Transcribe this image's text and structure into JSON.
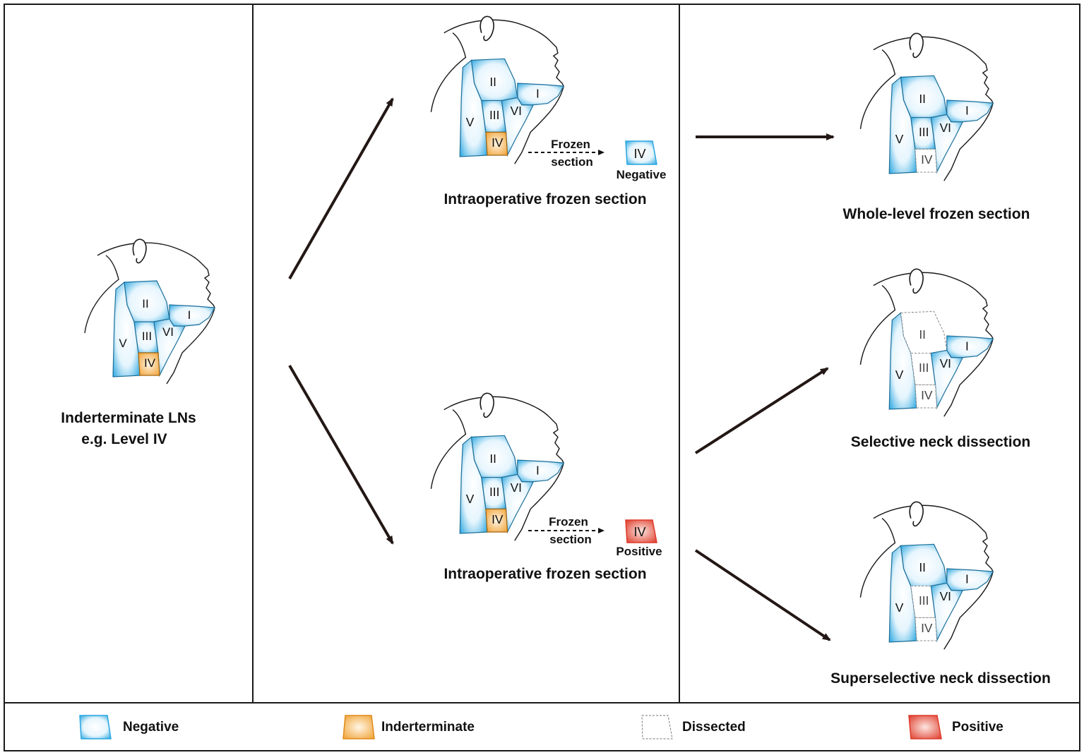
{
  "colors": {
    "negative": "#29a6e0",
    "indeterminate": "#f0a030",
    "positive": "#de3a2a",
    "dissected": "#ffffff",
    "outline": "#1a1a1a",
    "arrow": "#231815"
  },
  "levels": {
    "I": "I",
    "II": "II",
    "III": "III",
    "IV": "IV",
    "V": "V",
    "VI": "VI"
  },
  "panels": {
    "initial": {
      "caption_line1": "Inderterminate LNs",
      "caption_line2": "e.g. Level IV"
    },
    "frozen_negative": {
      "caption": "Intraoperative frozen section",
      "frozen_line1": "Frozen",
      "frozen_line2": "section",
      "result": "Negative"
    },
    "frozen_positive": {
      "caption": "Intraoperative frozen section",
      "frozen_line1": "Frozen",
      "frozen_line2": "section",
      "result": "Positive"
    },
    "whole_level": {
      "caption": "Whole-level frozen section"
    },
    "selective": {
      "caption": "Selective neck dissection"
    },
    "superselective": {
      "caption": "Superselective neck dissection"
    }
  },
  "legend": [
    {
      "label": "Negative",
      "status": "negative"
    },
    {
      "label": "Inderterminate",
      "status": "indeterminate"
    },
    {
      "label": "Dissected",
      "status": "dissected"
    },
    {
      "label": "Positive",
      "status": "positive"
    }
  ]
}
